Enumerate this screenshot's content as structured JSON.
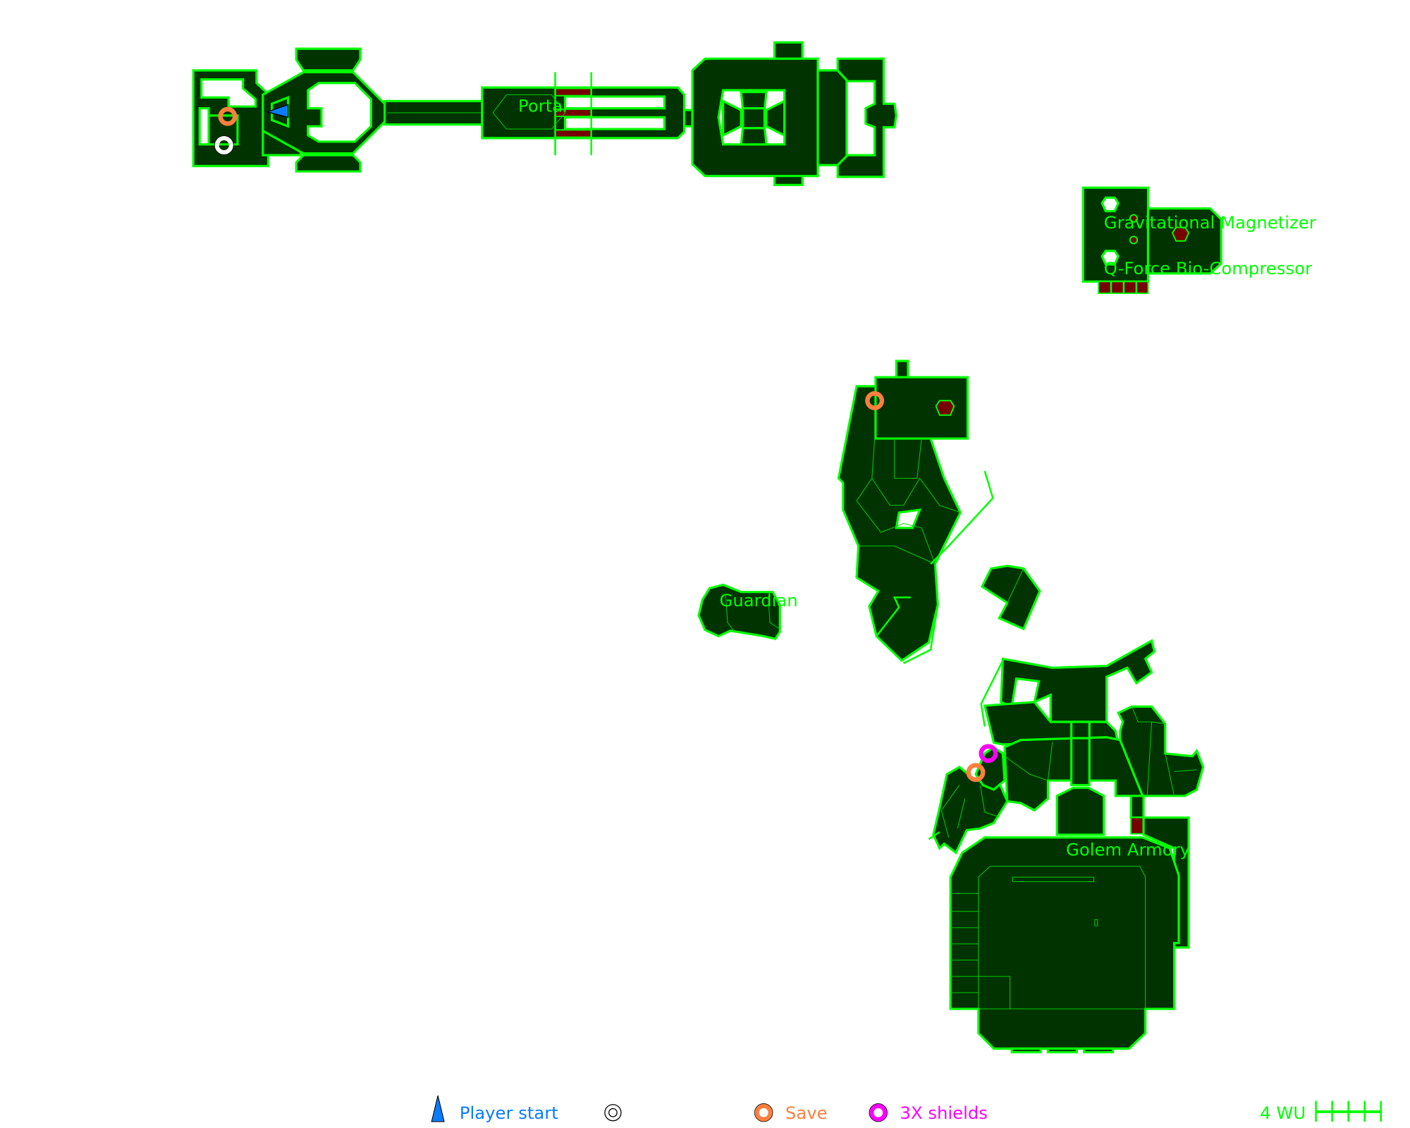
{
  "map": {
    "labels": {
      "portal": "Portal",
      "gravitational_magnetizer": "Gravitational Magnetizer",
      "qforce_bio_compressor": "Q-Force Bio-Compressor",
      "guardian": "Guardian",
      "golem_armory": "Golem Armory"
    },
    "colors": {
      "floor": "#003300",
      "wall": "#00ff00",
      "hazard": "#770000",
      "player": "#0a7cff",
      "save": "#ff7f3f",
      "shields": "#ff00ff"
    }
  },
  "legend": {
    "player_start": "Player start",
    "save": "Save",
    "shields": "3X shields",
    "scale": "4 WU"
  }
}
